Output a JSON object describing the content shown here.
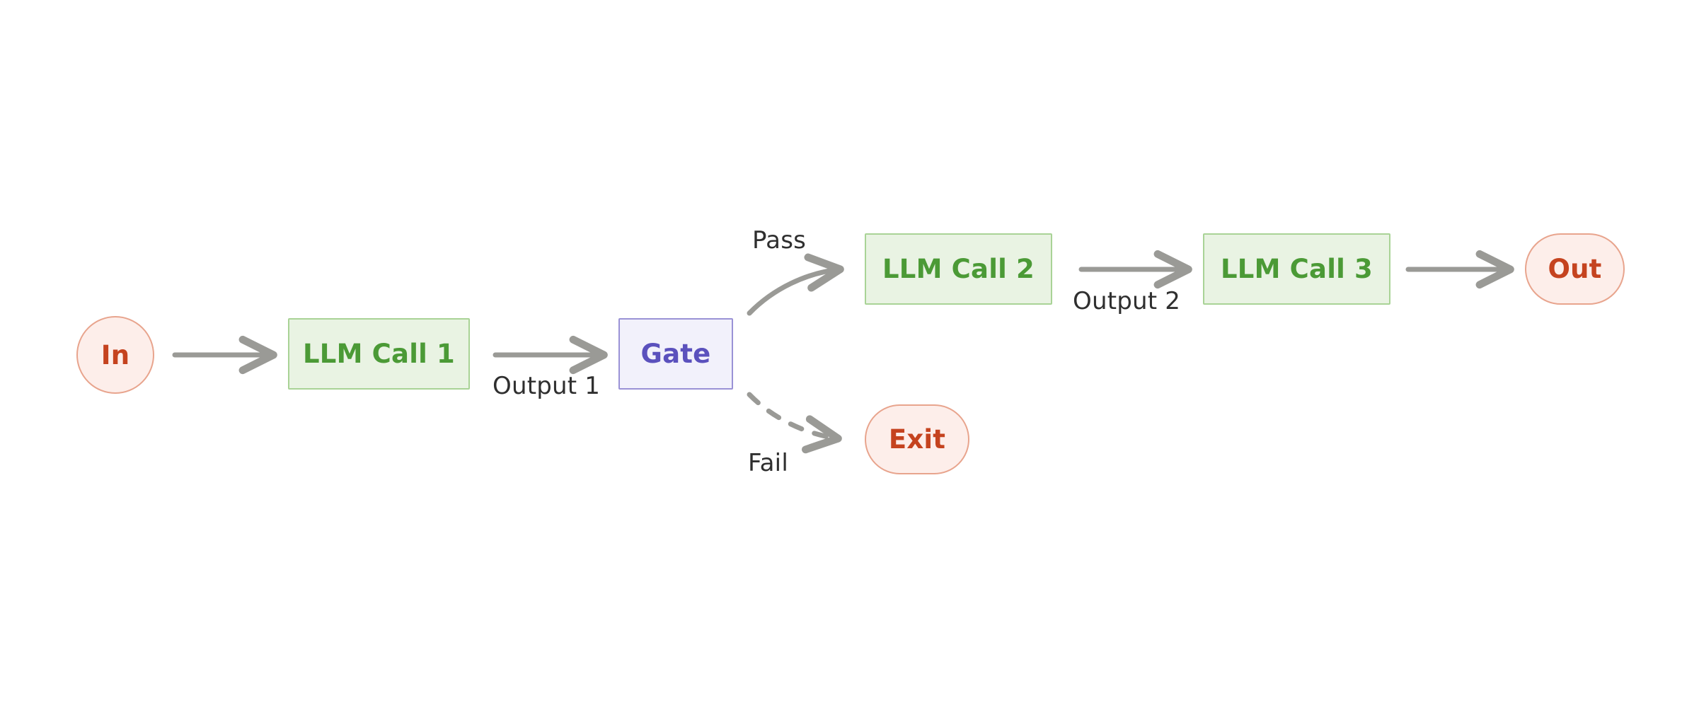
{
  "diagram": {
    "type": "flowchart",
    "orientation": "left-to-right",
    "background_color": "#ffffff",
    "nodes": [
      {
        "id": "in",
        "label": "In",
        "shape": "ellipse",
        "kind": "terminal",
        "fill": "#fdeeea",
        "stroke": "#e8a48d",
        "text_color": "#c5431f"
      },
      {
        "id": "call1",
        "label": "LLM Call 1",
        "shape": "rect",
        "kind": "process",
        "fill": "#e9f3e3",
        "stroke": "#a9d396",
        "text_color": "#4b9a36"
      },
      {
        "id": "gate",
        "label": "Gate",
        "shape": "rect",
        "kind": "gate",
        "fill": "#f2f1fb",
        "stroke": "#9a92d6",
        "text_color": "#5b51bd"
      },
      {
        "id": "call2",
        "label": "LLM Call 2",
        "shape": "rect",
        "kind": "process",
        "fill": "#e9f3e3",
        "stroke": "#a9d396",
        "text_color": "#4b9a36"
      },
      {
        "id": "call3",
        "label": "LLM Call 3",
        "shape": "rect",
        "kind": "process",
        "fill": "#e9f3e3",
        "stroke": "#a9d396",
        "text_color": "#4b9a36"
      },
      {
        "id": "out",
        "label": "Out",
        "shape": "stadium",
        "kind": "terminal",
        "fill": "#fdeeea",
        "stroke": "#e8a48d",
        "text_color": "#c5431f"
      },
      {
        "id": "exit",
        "label": "Exit",
        "shape": "stadium",
        "kind": "terminal",
        "fill": "#fdeeea",
        "stroke": "#e8a48d",
        "text_color": "#c5431f"
      }
    ],
    "edges": [
      {
        "id": "e1",
        "from": "in",
        "to": "call1",
        "label": "",
        "style": "solid"
      },
      {
        "id": "e2",
        "from": "call1",
        "to": "gate",
        "label": "Output 1",
        "style": "solid"
      },
      {
        "id": "e3",
        "from": "gate",
        "to": "call2",
        "label": "Pass",
        "style": "solid"
      },
      {
        "id": "e4",
        "from": "gate",
        "to": "exit",
        "label": "Fail",
        "style": "dashed"
      },
      {
        "id": "e5",
        "from": "call2",
        "to": "call3",
        "label": "Output 2",
        "style": "solid"
      },
      {
        "id": "e6",
        "from": "call3",
        "to": "out",
        "label": "",
        "style": "solid"
      }
    ],
    "edge_color": "#9a9a96",
    "edge_label_color": "#2f2f2f"
  }
}
